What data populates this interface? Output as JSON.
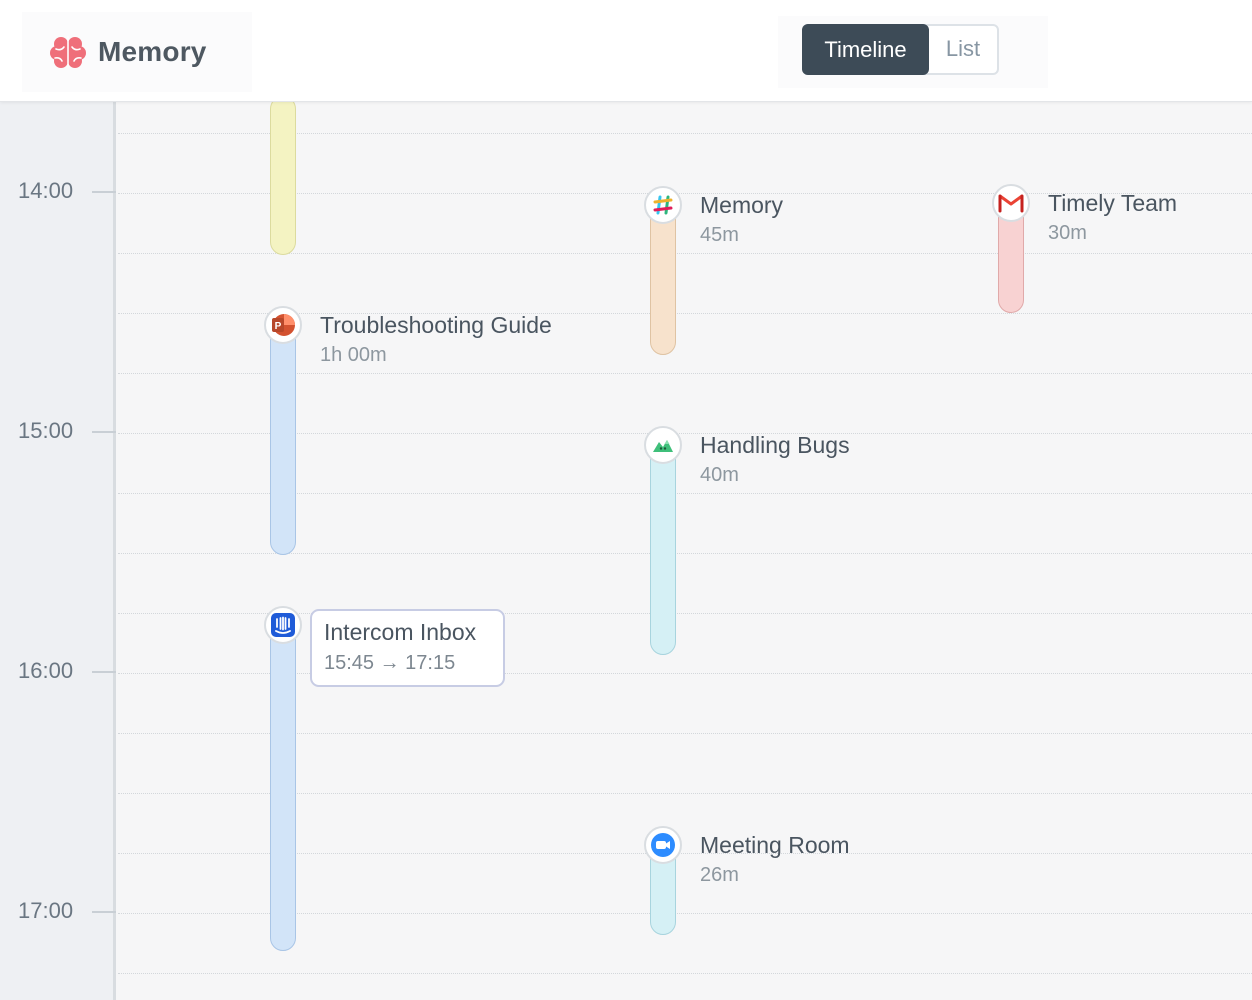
{
  "header": {
    "app_name": "Memory",
    "brand_icon": "brain-icon",
    "brand_color": "#ef6f7a",
    "views": {
      "active": "Timeline",
      "inactive": "List"
    }
  },
  "axis": {
    "labels": [
      "14:00",
      "15:00",
      "16:00",
      "17:00"
    ]
  },
  "events": [
    {
      "id": "yellow-activity",
      "icon": "none",
      "color": "#f4f3c2",
      "title": "",
      "duration": ""
    },
    {
      "id": "troubleshooting",
      "icon": "powerpoint-icon",
      "color": "#d2e4f8",
      "title": "Troubleshooting Guide",
      "duration": "1h 00m"
    },
    {
      "id": "intercom",
      "icon": "intercom-icon",
      "color": "#d2e4f8",
      "title": "Intercom Inbox",
      "range": "15:45 → 17:15"
    },
    {
      "id": "slack-memory",
      "icon": "slack-icon",
      "color": "#f7e2cc",
      "title": "Memory",
      "duration": "45m"
    },
    {
      "id": "handling-bugs",
      "icon": "app-icon",
      "color": "#d5f0f5",
      "title": "Handling Bugs",
      "duration": "40m"
    },
    {
      "id": "meeting-room",
      "icon": "zoom-icon",
      "color": "#d5f0f5",
      "title": "Meeting Room",
      "duration": "26m"
    },
    {
      "id": "timely-team",
      "icon": "gmail-icon",
      "color": "#f8d2d2",
      "title": "Timely Team",
      "duration": "30m"
    }
  ]
}
